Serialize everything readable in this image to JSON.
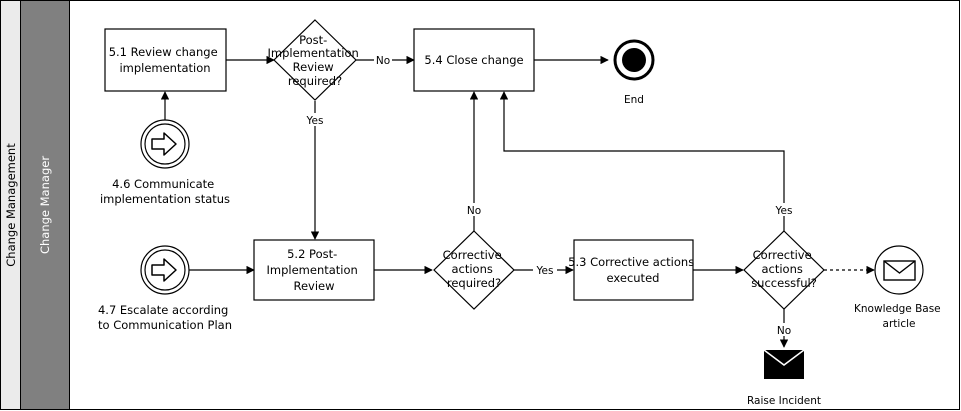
{
  "pool": {
    "label": "Change Management"
  },
  "lane": {
    "label": "Change Manager"
  },
  "tasks": {
    "review_change": [
      "5.1 Review change",
      "implementation"
    ],
    "close_change": [
      "5.4 Close change"
    ],
    "post_review": [
      "5.2 Post-",
      "Implementation",
      "Review"
    ],
    "corrective_executed": [
      "5.3 Corrective actions",
      "executed"
    ]
  },
  "gateways": {
    "post_review_required": [
      "Post-",
      "Implementation",
      "Review",
      "required?"
    ],
    "corrective_required": [
      "Corrective",
      "actions",
      "required?"
    ],
    "corrective_successful": [
      "Corrective",
      "actions",
      "successful?"
    ]
  },
  "events": {
    "end": [
      "End"
    ],
    "communicate_status": [
      "4.6 Communicate",
      "implementation status"
    ],
    "escalate": [
      "4.7 Escalate according",
      "to Communication Plan"
    ],
    "knowledge_base": [
      "Knowledge Base",
      "article"
    ],
    "raise_incident": [
      "Raise Incident"
    ]
  },
  "flow_labels": {
    "no_close": "No",
    "yes_review": "Yes",
    "no_corrective": "No",
    "yes_corrective": "Yes",
    "yes_successful": "Yes",
    "no_successful": "No"
  },
  "colors": {
    "pool_band": "#ebebeb",
    "lane_band": "#808080",
    "lane_text": "#ffffff",
    "stroke": "#000000"
  }
}
